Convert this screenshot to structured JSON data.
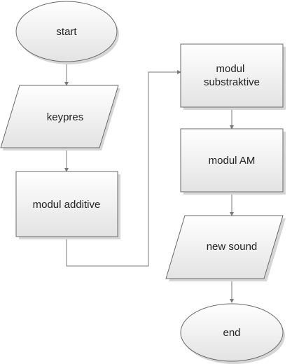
{
  "flowchart": {
    "nodes": [
      {
        "id": "start",
        "shape": "oval",
        "label": "start"
      },
      {
        "id": "keypres",
        "shape": "parallelogram",
        "label": "keypres"
      },
      {
        "id": "modul-additive",
        "shape": "rectangle",
        "label": "modul additive"
      },
      {
        "id": "modul-substraktive",
        "shape": "rectangle",
        "label": "modul substraktive"
      },
      {
        "id": "modul-am",
        "shape": "rectangle",
        "label": "modul AM"
      },
      {
        "id": "new-sound",
        "shape": "parallelogram",
        "label": "new sound"
      },
      {
        "id": "end",
        "shape": "oval",
        "label": "end"
      }
    ],
    "edges": [
      {
        "from": "start",
        "to": "keypres"
      },
      {
        "from": "keypres",
        "to": "modul-additive"
      },
      {
        "from": "modul-additive",
        "to": "modul-substraktive"
      },
      {
        "from": "modul-substraktive",
        "to": "modul-am"
      },
      {
        "from": "modul-am",
        "to": "new-sound"
      },
      {
        "from": "new-sound",
        "to": "end"
      }
    ],
    "colors": {
      "fill_light": "#ffffff",
      "fill_dark": "#e3e3e3",
      "stroke": "#6a6a6a",
      "connector": "#7a7a7a",
      "text": "#222222"
    }
  }
}
